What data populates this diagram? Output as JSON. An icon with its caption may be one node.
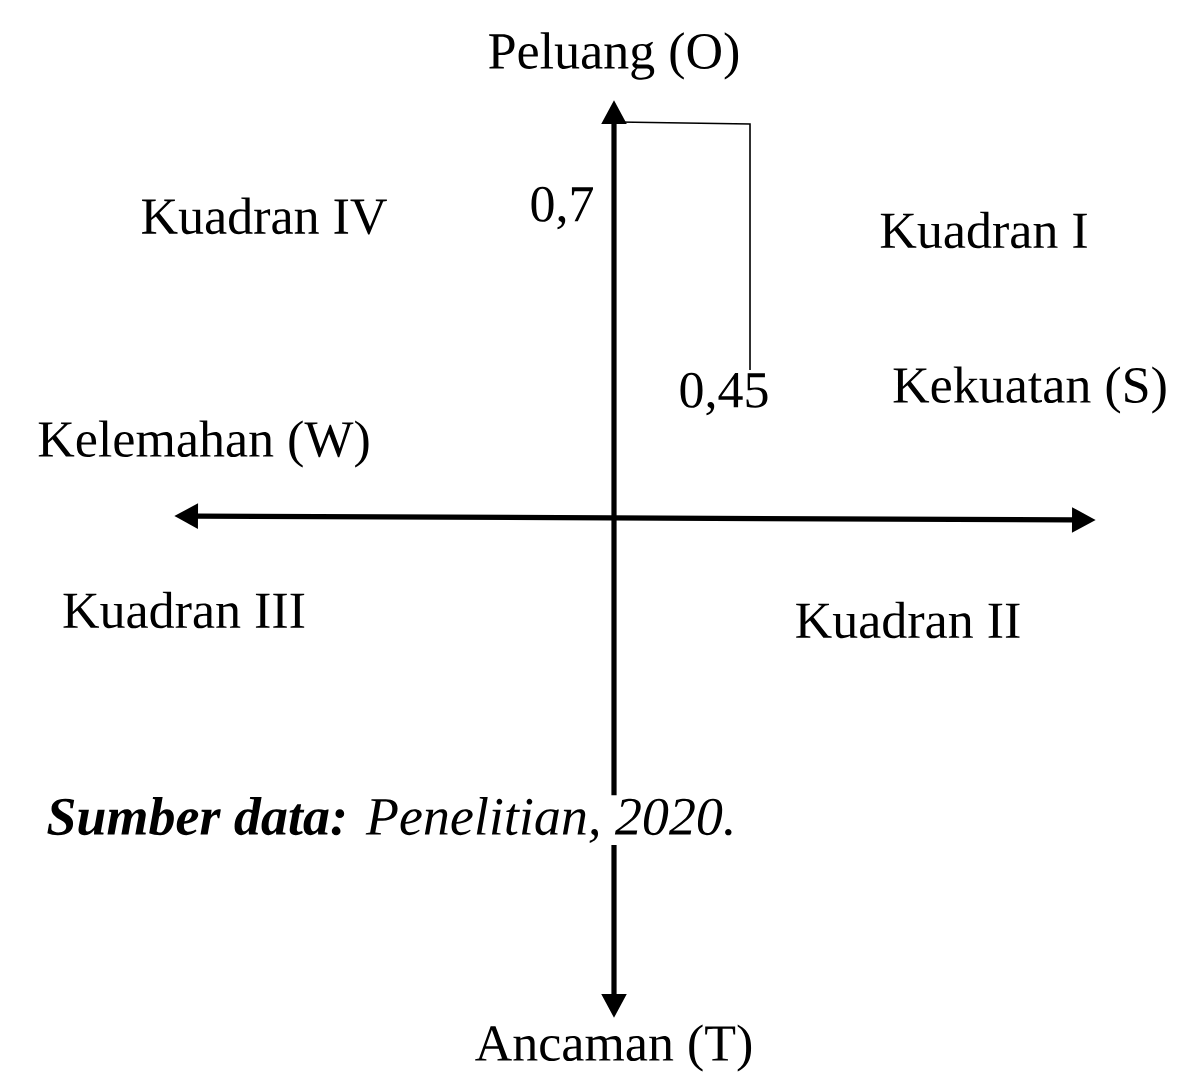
{
  "diagram": {
    "caption": "**Sumber data:** Penelitian, 2020.",
    "labels": [
      "Peluang (O)",
      "Kuadran IV",
      "0,7",
      "Kuadran I",
      "0,45",
      "Kekuatan (S)",
      "Kelemahan (W)",
      "Kuadran III",
      "Kuadran II",
      "Ancaman (T)"
    ]
  }
}
